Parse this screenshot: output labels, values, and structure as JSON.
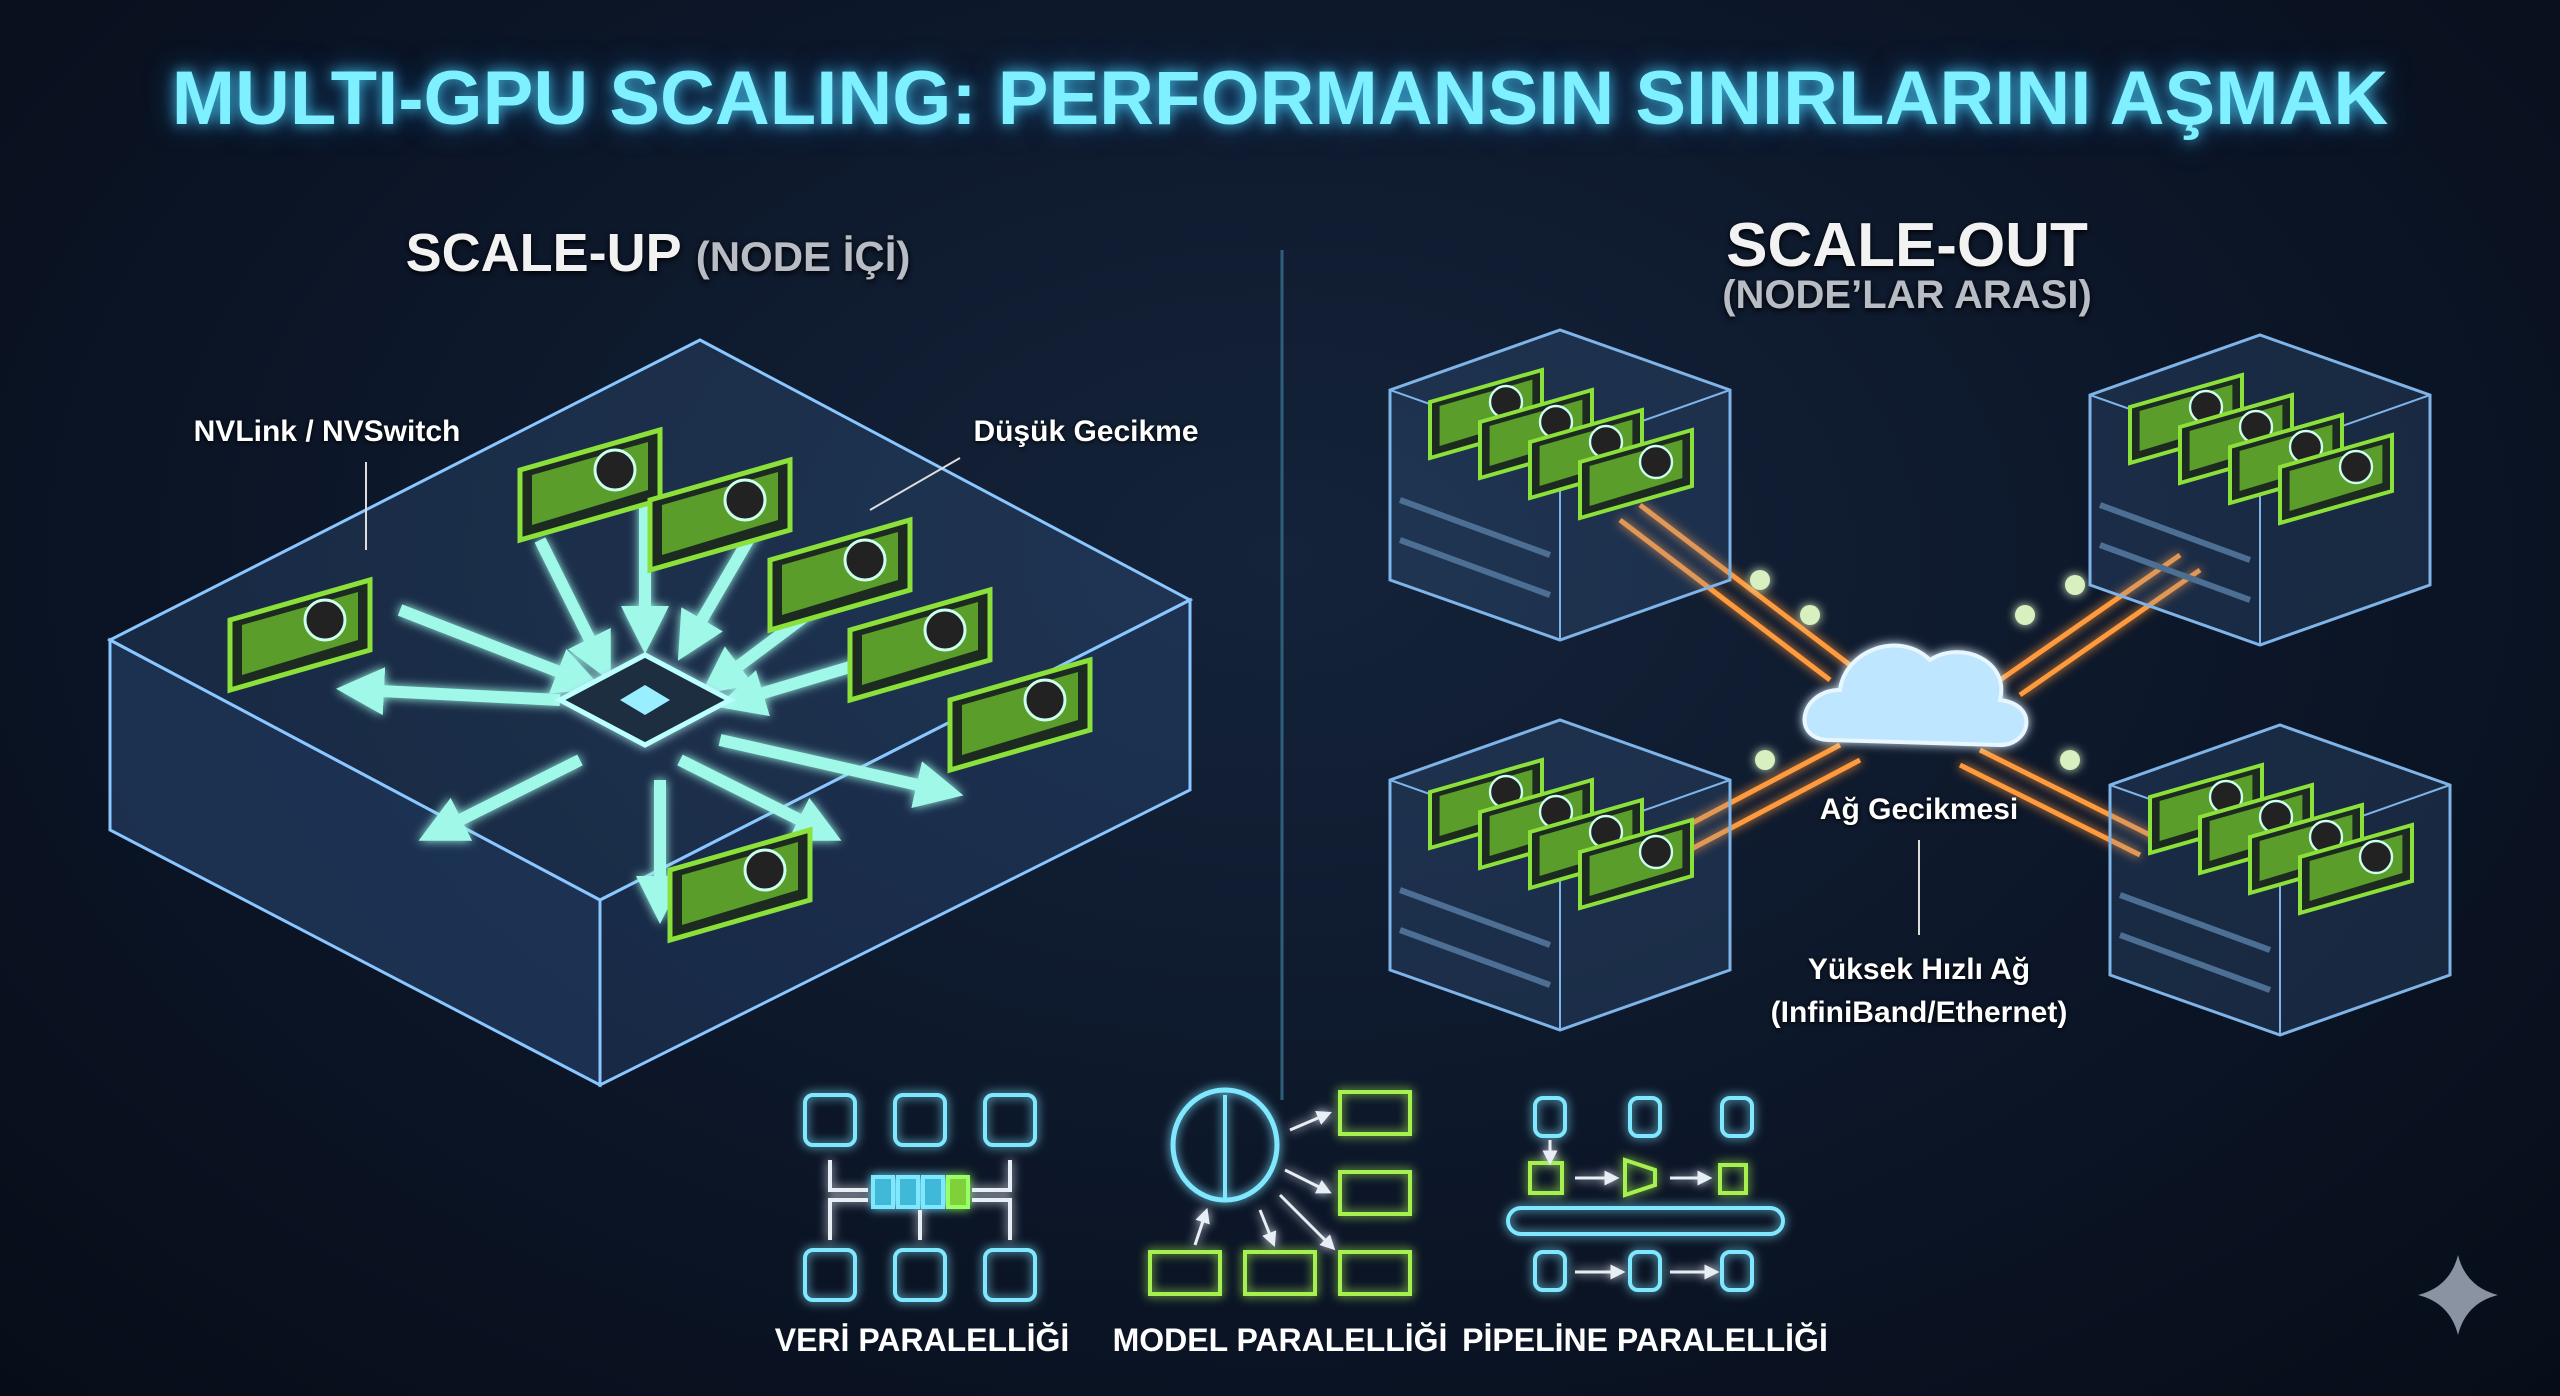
{
  "title": "MULTI-GPU SCALING: PERFORMANSIN SINIRLARINI AŞMAK",
  "scale_up": {
    "heading": "SCALE-UP",
    "subheading": "(NODE İÇİ)",
    "labels": {
      "interconnect": "NVLink / NVSwitch",
      "latency": "Düşük Gecikme"
    }
  },
  "scale_out": {
    "heading": "SCALE-OUT",
    "subheading": "(NODE’LAR ARASI)",
    "labels": {
      "latency": "Ağ Gecikmesi",
      "network": "Yüksek Hızlı Ağ",
      "network_types": "(InfiniBand/Ethernet)"
    }
  },
  "parallelism": [
    {
      "label": "VERİ PARALELLİĞİ"
    },
    {
      "label": "MODEL PARALELLİĞİ"
    },
    {
      "label": "PİPELİNE PARALELLİĞİ"
    }
  ],
  "colors": {
    "accent_cyan": "#7ff0ff",
    "gpu_green": "#8be03a",
    "network_orange": "#ff9a3c"
  }
}
